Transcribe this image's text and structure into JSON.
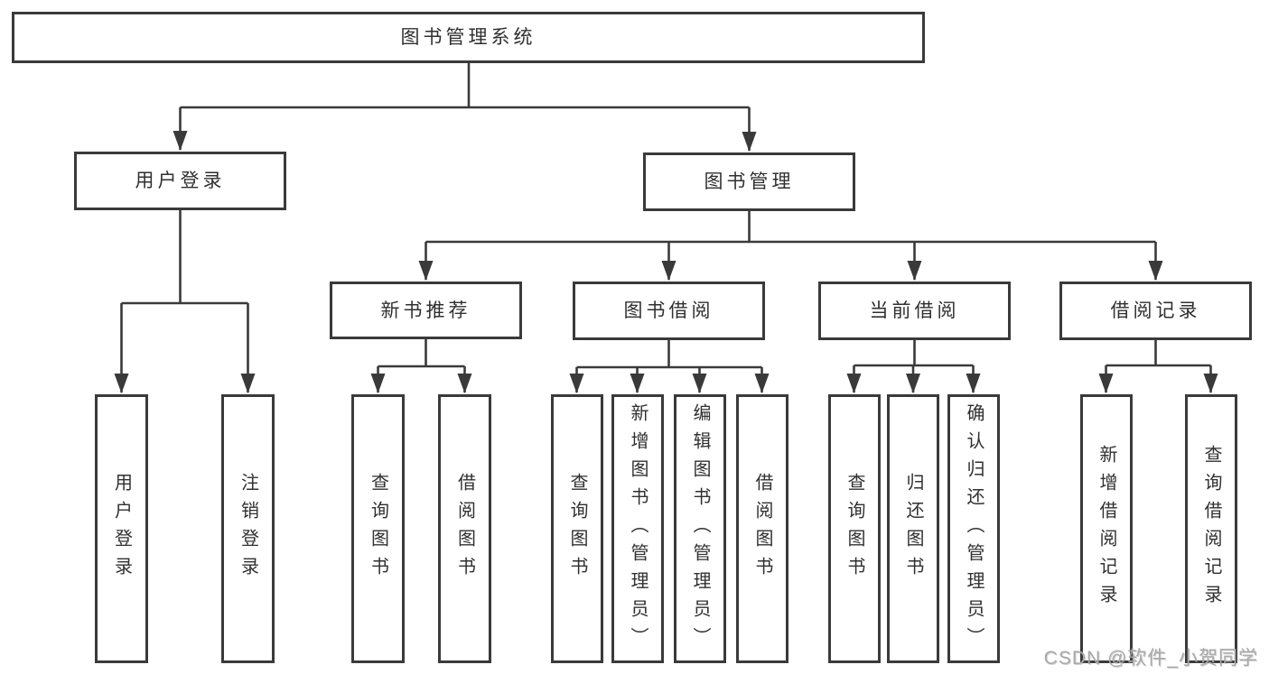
{
  "colors": {
    "line": "#3a3a3a",
    "box_border": "#3a3a3a",
    "text": "#303030",
    "background": "#ffffff",
    "watermark": "#aaaaaa"
  },
  "tree": {
    "root": "图书管理系统",
    "children": [
      {
        "label": "用户登录",
        "children": [
          "用户登录",
          "注销登录"
        ]
      },
      {
        "label": "图书管理",
        "children": [
          {
            "label": "新书推荐",
            "children": [
              "查询图书",
              "借阅图书"
            ]
          },
          {
            "label": "图书借阅",
            "children": [
              "查询图书",
              "新增图书（管理员）",
              "编辑图书（管理员）",
              "借阅图书"
            ]
          },
          {
            "label": "当前借阅",
            "children": [
              "查询图书",
              "归还图书",
              "确认归还（管理员）"
            ]
          },
          {
            "label": "借阅记录",
            "children": [
              "新增借阅记录",
              "查询借阅记录"
            ]
          }
        ]
      }
    ]
  },
  "watermark": {
    "text": "CSDN @软件_小贺同学"
  }
}
